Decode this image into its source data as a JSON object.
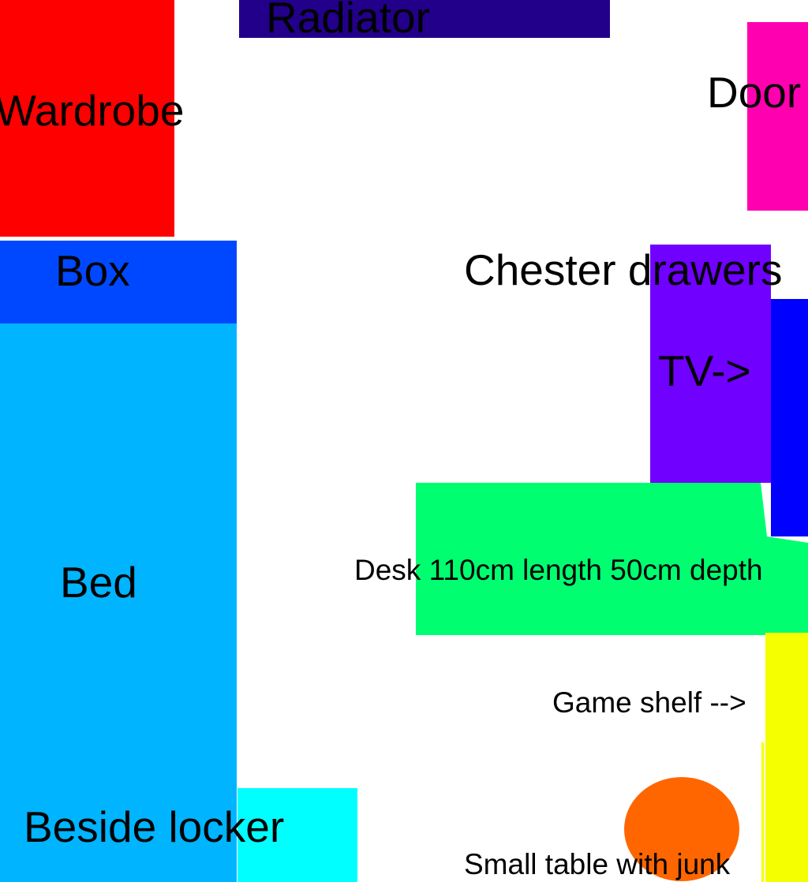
{
  "labels": {
    "wardrobe": "Wardrobe",
    "radiator": "Radiator",
    "door": "Door",
    "box": "Box",
    "chester_drawers": "Chester drawers",
    "tv": "TV->",
    "bed": "Bed",
    "desk": "Desk 110cm length 50cm depth",
    "game_shelf": "Game shelf -->",
    "beside_locker": "Beside locker",
    "small_table": "Small table with junk"
  },
  "colors": {
    "wardrobe": "#ff0000",
    "radiator": "#22008a",
    "door": "#ff00b0",
    "box": "#0048ff",
    "bed": "#00b4ff",
    "beside_locker": "#00ffff",
    "chester_drawers": "#7000ff",
    "tv": "#0000ff",
    "desk": "#00ff70",
    "game_shelf": "#f5ff00",
    "small_table": "#ff6600"
  }
}
